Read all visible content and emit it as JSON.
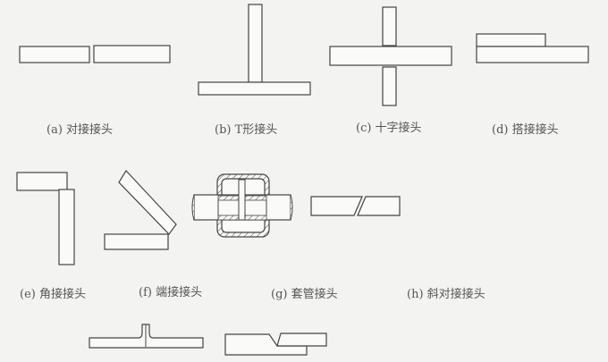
{
  "labels": {
    "a": "(a) 对接接头",
    "b": "(b) T形接头",
    "c": "(c) 十字接头",
    "d": "(d) 搭接接头",
    "e": "(e) 角接接头",
    "f": "(f) 端接接头",
    "g": "(g) 套管接头",
    "h": "(h) 斜对接接头"
  },
  "colors": {
    "line": "#444444",
    "background": "#f3f3f1"
  }
}
